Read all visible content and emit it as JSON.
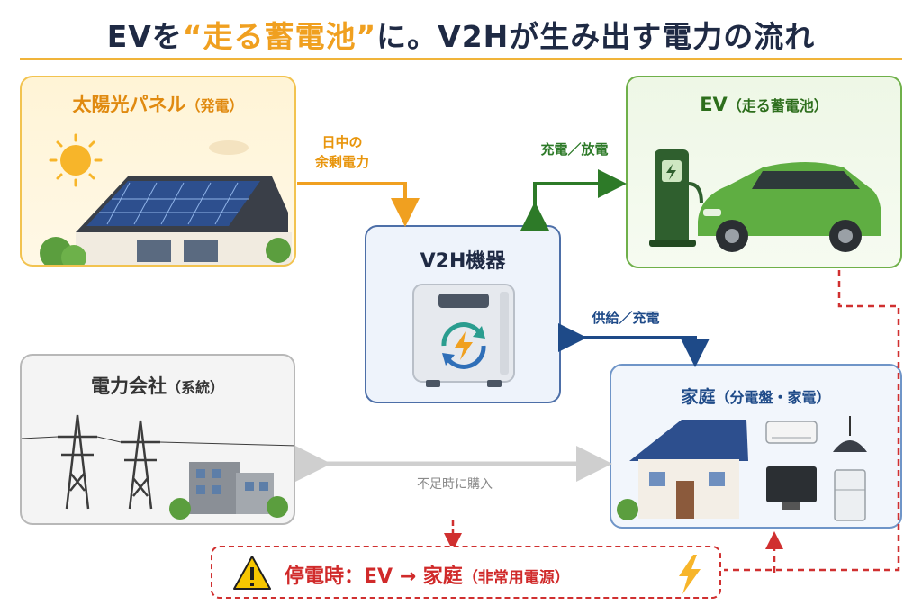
{
  "title": {
    "part1": "EVを",
    "highlight": "“走る蓄電池”",
    "part2": "に。V2Hが生み出す電力の流れ"
  },
  "solar": {
    "name": "太陽光パネル",
    "sub": "（発電）"
  },
  "ev": {
    "name": "EV",
    "sub": "（走る蓄電池）"
  },
  "v2h": {
    "name": "V2H機器"
  },
  "grid": {
    "name": "電力会社",
    "sub": "（系統）"
  },
  "home": {
    "name": "家庭",
    "sub": "（分電盤・家電）"
  },
  "flows": {
    "surplus_line1": "日中の",
    "surplus_line2": "余剰電力",
    "ev_charge": "充電／放電",
    "home_supply": "供給／充電",
    "grid_buy": "不足時に購入"
  },
  "outage": {
    "main": "停電時：EV → 家庭",
    "sub": "（非常用電源）"
  },
  "colors": {
    "solar": "#f0a020",
    "ev": "#2d7a28",
    "v2h": "#4d6fa8",
    "home": "#1e4a88",
    "grid": "#b8b8b8",
    "outage": "#d03030"
  },
  "icons": [
    "sun-icon",
    "solar-house-icon",
    "ev-charger-icon",
    "ev-car-icon",
    "v2h-unit-icon",
    "recycle-bolt-icon",
    "transmission-tower-icon",
    "building-icon",
    "house-icon",
    "air-conditioner-icon",
    "ceiling-lamp-icon",
    "tv-icon",
    "refrigerator-icon",
    "warning-icon",
    "lightning-icon"
  ]
}
